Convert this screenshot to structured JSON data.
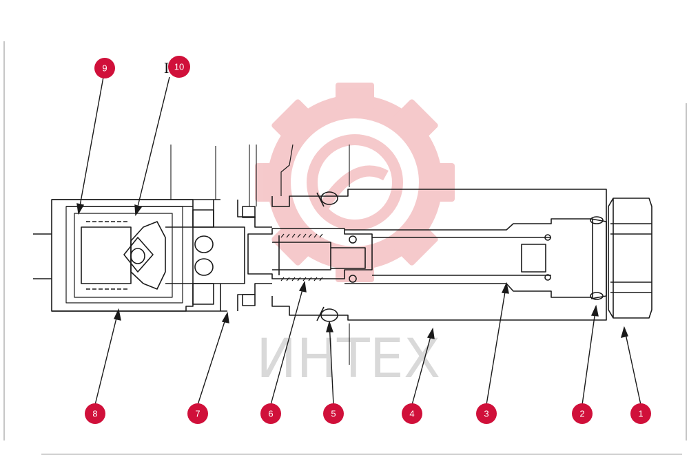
{
  "watermark": {
    "text": "ИНТЕХ",
    "gear_color": "#f4c4c6",
    "text_color": "#d9d9d9"
  },
  "stray_glyph": "I",
  "colors": {
    "line": "#1a1a1a",
    "callout_fill": "#d0103a",
    "callout_text": "#ffffff"
  },
  "callouts": [
    {
      "id": "1",
      "label": "1"
    },
    {
      "id": "2",
      "label": "2"
    },
    {
      "id": "3",
      "label": "3"
    },
    {
      "id": "4",
      "label": "4"
    },
    {
      "id": "5",
      "label": "5"
    },
    {
      "id": "6",
      "label": "6"
    },
    {
      "id": "7",
      "label": "7"
    },
    {
      "id": "8",
      "label": "8"
    },
    {
      "id": "9",
      "label": "9"
    },
    {
      "id": "10",
      "label": "10"
    }
  ]
}
